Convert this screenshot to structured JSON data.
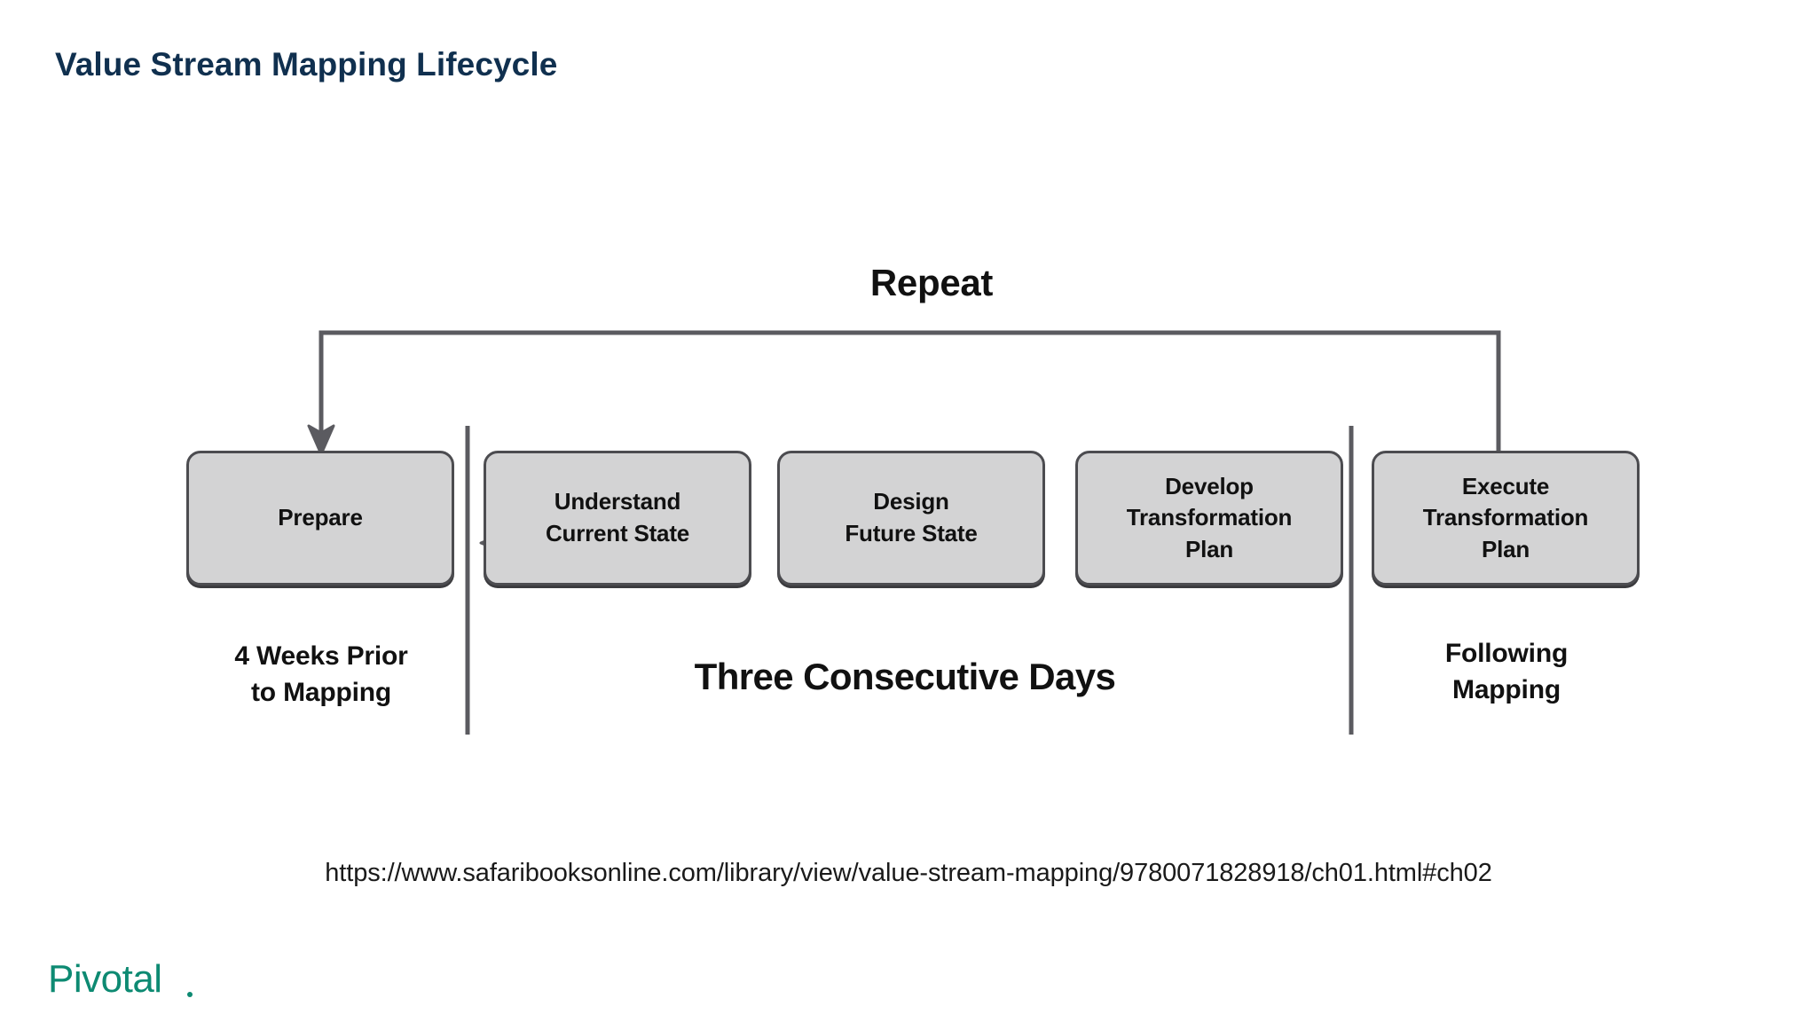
{
  "slide": {
    "title": "Value Stream Mapping Lifecycle",
    "background_color": "#ffffff",
    "title_color": "#10304f"
  },
  "diagram": {
    "type": "process-flow",
    "repeat_label": "Repeat",
    "box_fill_color": "#d3d3d4",
    "box_border_color": "#4c4c50",
    "steps": [
      {
        "id": "prepare",
        "label": "Prepare"
      },
      {
        "id": "understand-current-state",
        "label": "Understand\nCurrent State"
      },
      {
        "id": "design-future-state",
        "label": "Design\nFuture State"
      },
      {
        "id": "develop-transformation-plan",
        "label": "Develop\nTransformation\nPlan"
      },
      {
        "id": "execute-transformation-plan",
        "label": "Execute\nTransformation\nPlan"
      }
    ],
    "annotations": {
      "left": "4 Weeks Prior\nto Mapping",
      "center": "Three Consecutive Days",
      "right": "Following\nMapping"
    }
  },
  "source": {
    "url": "https://www.safaribooksonline.com/library/view/value-stream-mapping/9780071828918/ch01.html#ch02"
  },
  "brand": {
    "name": "Pivotal",
    "color": "#0d8a72"
  }
}
